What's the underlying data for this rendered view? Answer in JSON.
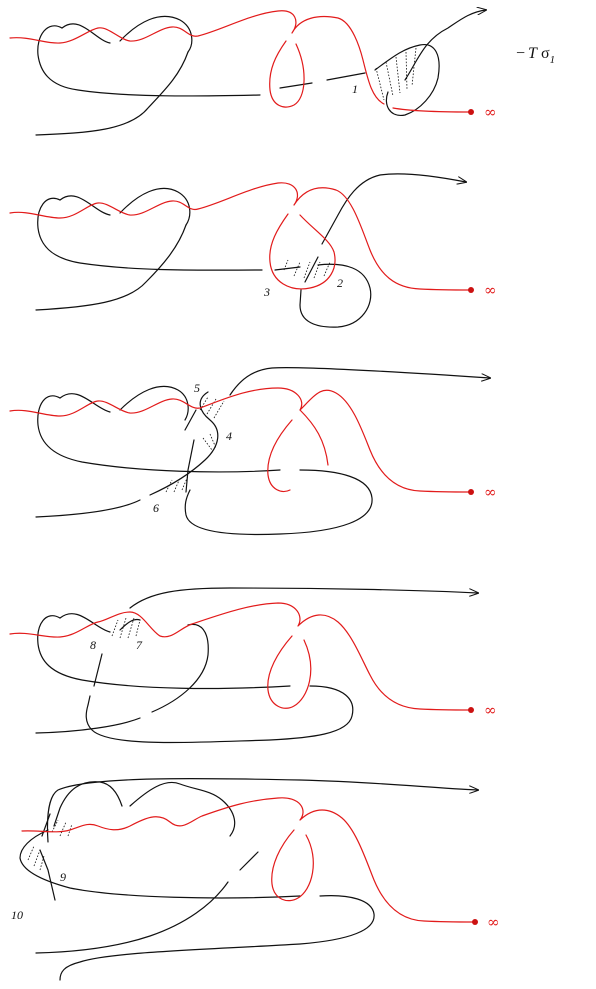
{
  "caption": {
    "sign": "−",
    "T": "T",
    "sigma": "σ",
    "index": "1"
  },
  "infinity_symbol": "∞",
  "colors": {
    "knot": "#111111",
    "red_strand": "#e21b1b",
    "endpoint": "#cc1111"
  },
  "panels": [
    {
      "crossing_labels": [
        "1"
      ]
    },
    {
      "crossing_labels": [
        "2",
        "3"
      ]
    },
    {
      "crossing_labels": [
        "5",
        "4",
        "6"
      ]
    },
    {
      "crossing_labels": [
        "8",
        "7"
      ]
    },
    {
      "crossing_labels": [
        "9",
        "10"
      ]
    }
  ]
}
